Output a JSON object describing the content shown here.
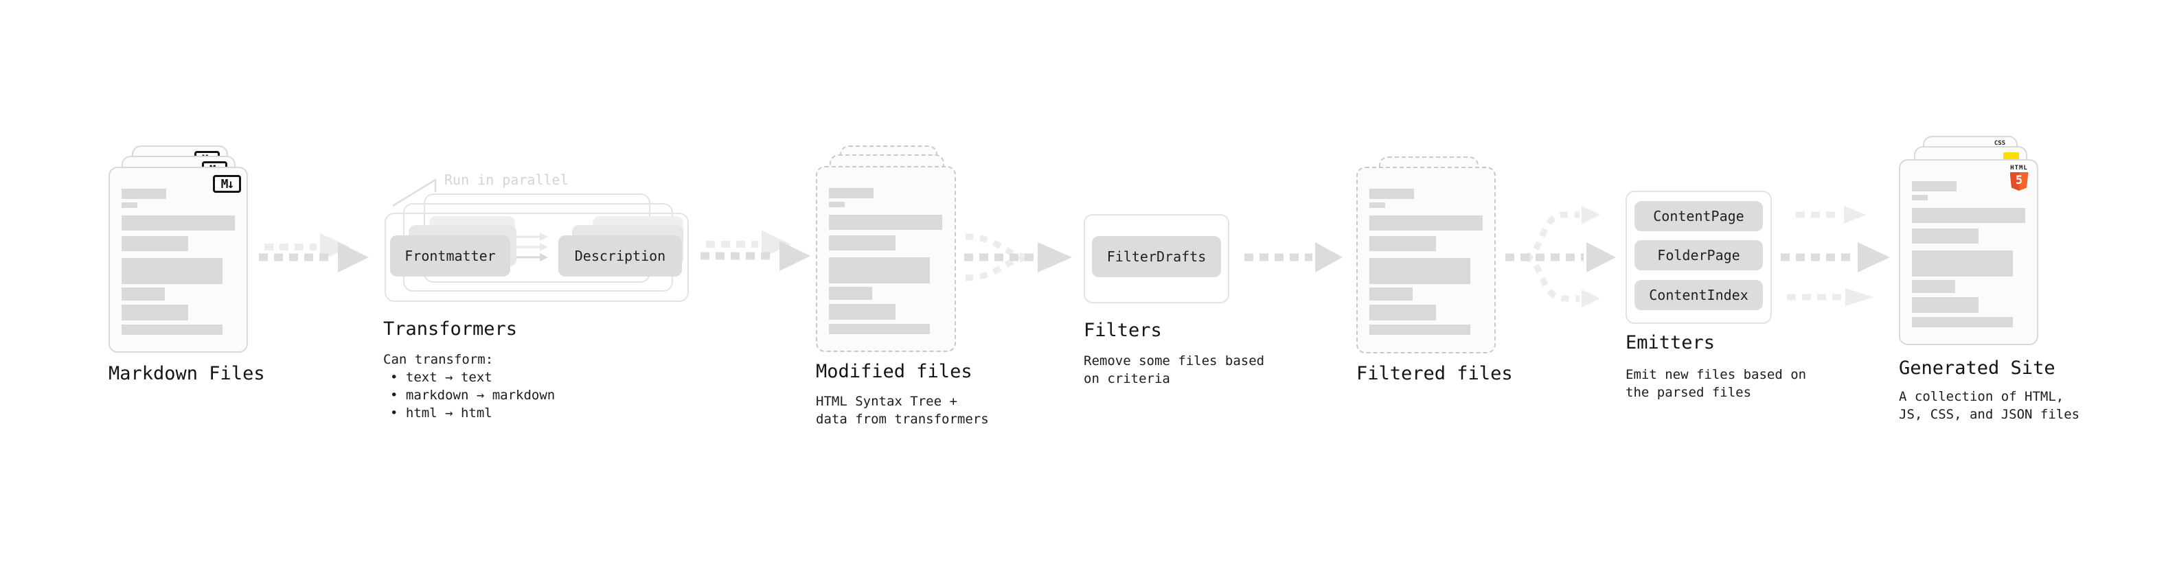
{
  "stages": {
    "markdown_files": {
      "label": "Markdown Files"
    },
    "transformers": {
      "label": "Transformers",
      "annotation": "Run in parallel",
      "badges": [
        "Frontmatter",
        "Description"
      ],
      "description": [
        "Can transform:",
        "• text → text",
        "• markdown → markdown",
        "• html → html"
      ]
    },
    "modified_files": {
      "label": "Modified files",
      "description": [
        "HTML Syntax Tree +",
        "data from transformers"
      ]
    },
    "filters": {
      "label": "Filters",
      "badges": [
        "FilterDrafts"
      ],
      "description": [
        "Remove some files based",
        "on criteria"
      ]
    },
    "filtered_files": {
      "label": "Filtered files"
    },
    "emitters": {
      "label": "Emitters",
      "badges": [
        "ContentPage",
        "FolderPage",
        "ContentIndex"
      ],
      "description": [
        "Emit new files based on",
        "the parsed files"
      ]
    },
    "generated_site": {
      "label": "Generated Site",
      "description": [
        "A collection of HTML,",
        "JS, CSS, and JSON files"
      ]
    }
  },
  "icons": {
    "markdown": "M↓",
    "html5_label": "HTML",
    "html5_number": "5",
    "css": "CSS"
  },
  "colors": {
    "html5_orange_dark": "#e44d26",
    "html5_orange_light": "#f16529",
    "js_yellow": "#ffdd00",
    "css_blue": "#2b5be5",
    "arrow_dark": "#dcdcdc",
    "arrow_light": "#ececec"
  }
}
